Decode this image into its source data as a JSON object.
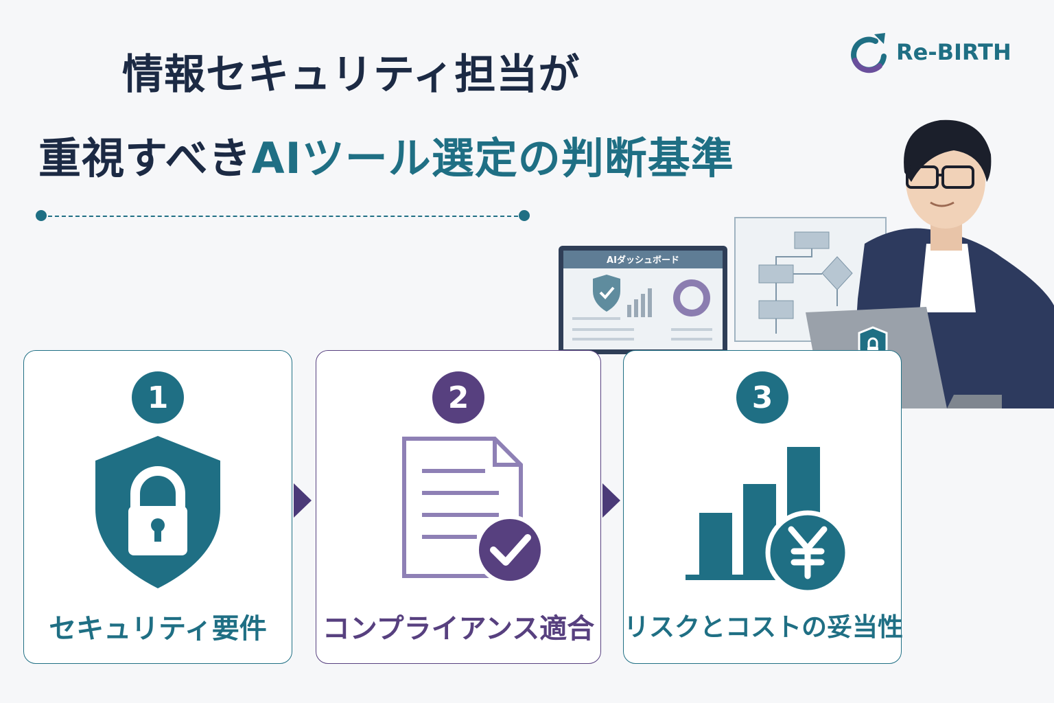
{
  "title": {
    "line1": "情報セキュリティ担当が",
    "line2_prefix": "重視すべき",
    "line2_accent": "AIツール選定の判断基準"
  },
  "logo": {
    "text": "Re-BIRTH"
  },
  "illustration": {
    "dashboard_title": "AIダッシュボード"
  },
  "cards": [
    {
      "number": "1",
      "label": "セキュリティ要件",
      "icon": "shield-lock-icon"
    },
    {
      "number": "2",
      "label": "コンプライアンス適合",
      "icon": "document-check-icon"
    },
    {
      "number": "3",
      "label": "リスクとコストの妥当性",
      "icon": "bar-chart-yen-icon"
    }
  ],
  "colors": {
    "teal": "#1f6f84",
    "purple": "#57407f",
    "navy": "#1c2a44"
  }
}
